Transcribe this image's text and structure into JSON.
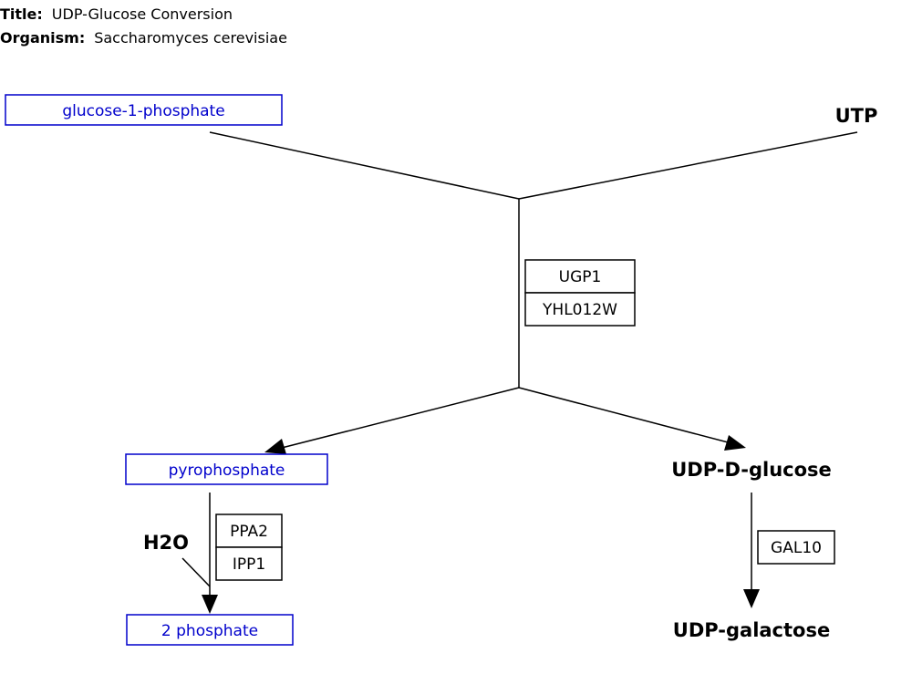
{
  "header": {
    "title_key": "Title:",
    "title_value": "UDP-Glucose Conversion",
    "organism_key": "Organism:",
    "organism_value": "Saccharomyces cerevisiae"
  },
  "nodes": {
    "glucose_1_phosphate": "glucose-1-phosphate",
    "utp": "UTP",
    "pyrophosphate": "pyrophosphate",
    "udp_d_glucose": "UDP-D-glucose",
    "h2o": "H2O",
    "two_phosphate": "2 phosphate",
    "udp_galactose": "UDP-galactose"
  },
  "enzymes": {
    "ugp1": "UGP1",
    "yhl012w": "YHL012W",
    "ppa2": "PPA2",
    "ipp1": "IPP1",
    "gal10": "GAL10"
  },
  "colors": {
    "metabolite_link": "#0000cc",
    "text": "#000000",
    "background": "#ffffff"
  }
}
